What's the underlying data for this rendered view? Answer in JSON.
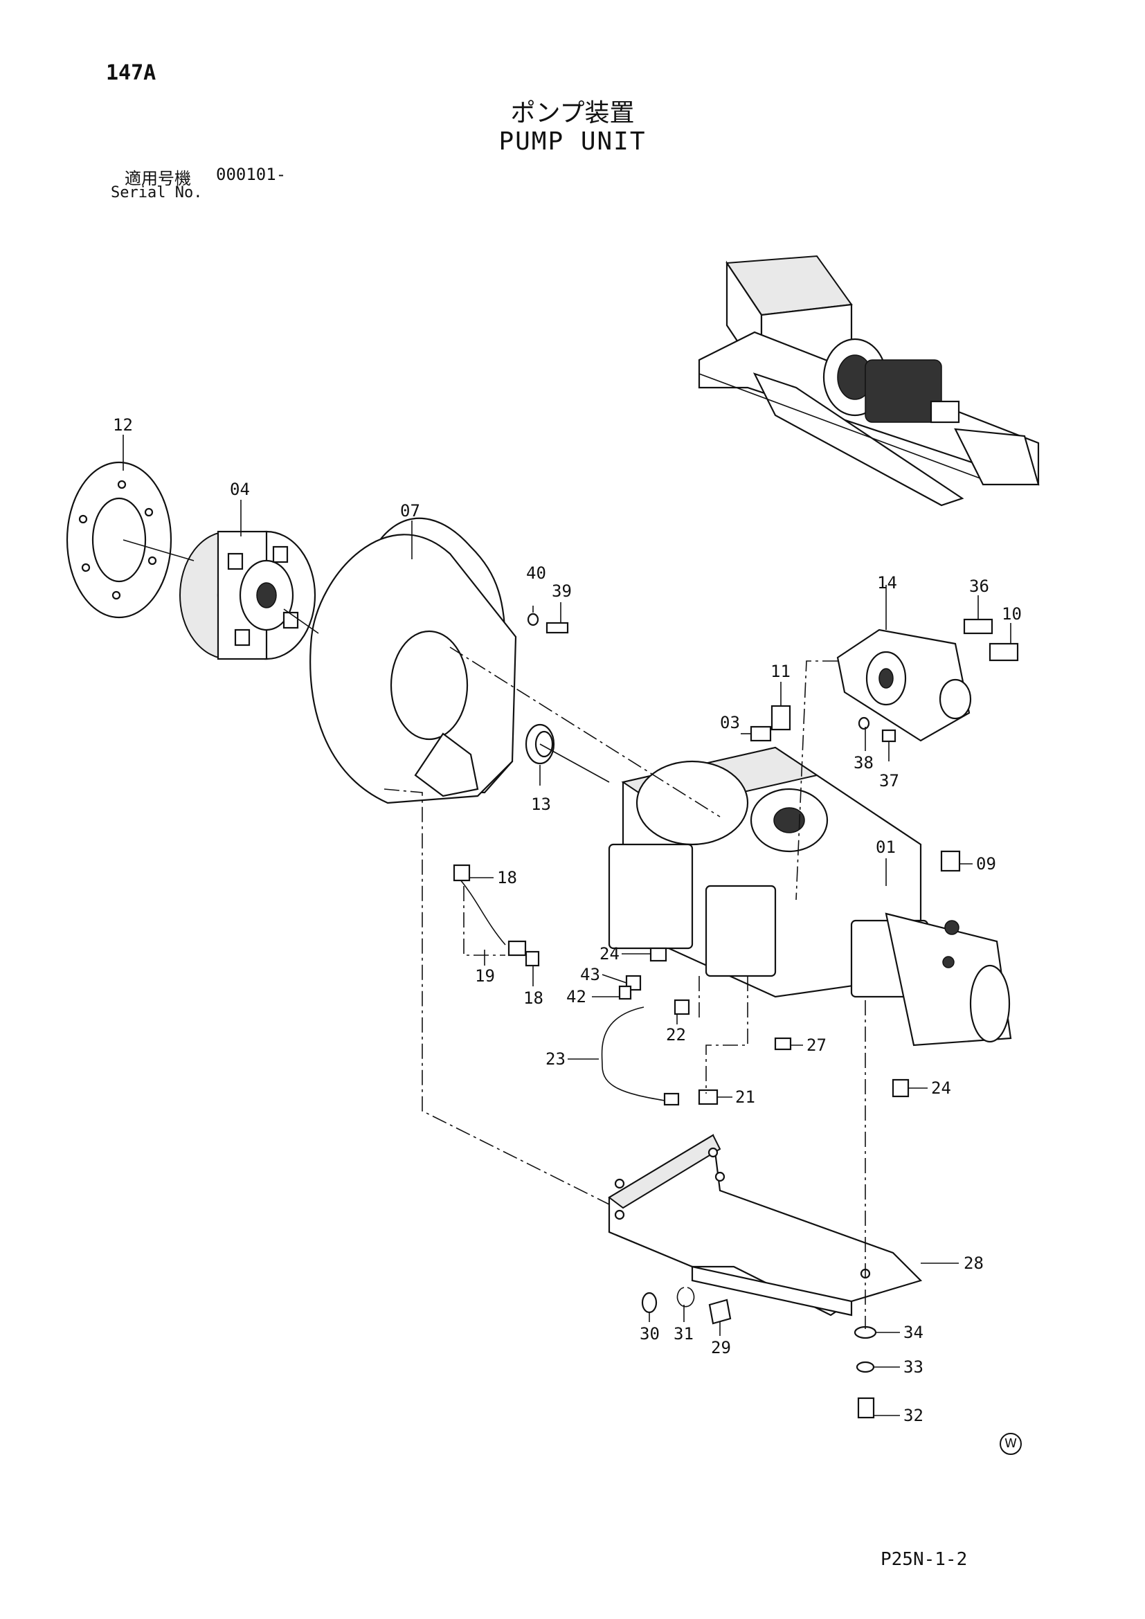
{
  "header": {
    "page_number": "147A",
    "title_jp": "ポンプ装置",
    "title_en": "PUMP UNIT",
    "serial_label_jp": "適用号機",
    "serial_label_en": "Serial No.",
    "serial_value": "000101-"
  },
  "footer": {
    "page_code": "P25N-1-2",
    "mark": "W"
  },
  "parts": {
    "p01": "01",
    "p03": "03",
    "p04": "04",
    "p07": "07",
    "p09": "09",
    "p10": "10",
    "p11": "11",
    "p12": "12",
    "p13": "13",
    "p14": "14",
    "p18a": "18",
    "p18b": "18",
    "p19": "19",
    "p21": "21",
    "p22": "22",
    "p23": "23",
    "p24a": "24",
    "p24b": "24",
    "p27": "27",
    "p28": "28",
    "p29": "29",
    "p30": "30",
    "p31": "31",
    "p32": "32",
    "p33": "33",
    "p34": "34",
    "p36": "36",
    "p37": "37",
    "p38": "38",
    "p39": "39",
    "p40": "40",
    "p42": "42",
    "p43": "43"
  }
}
